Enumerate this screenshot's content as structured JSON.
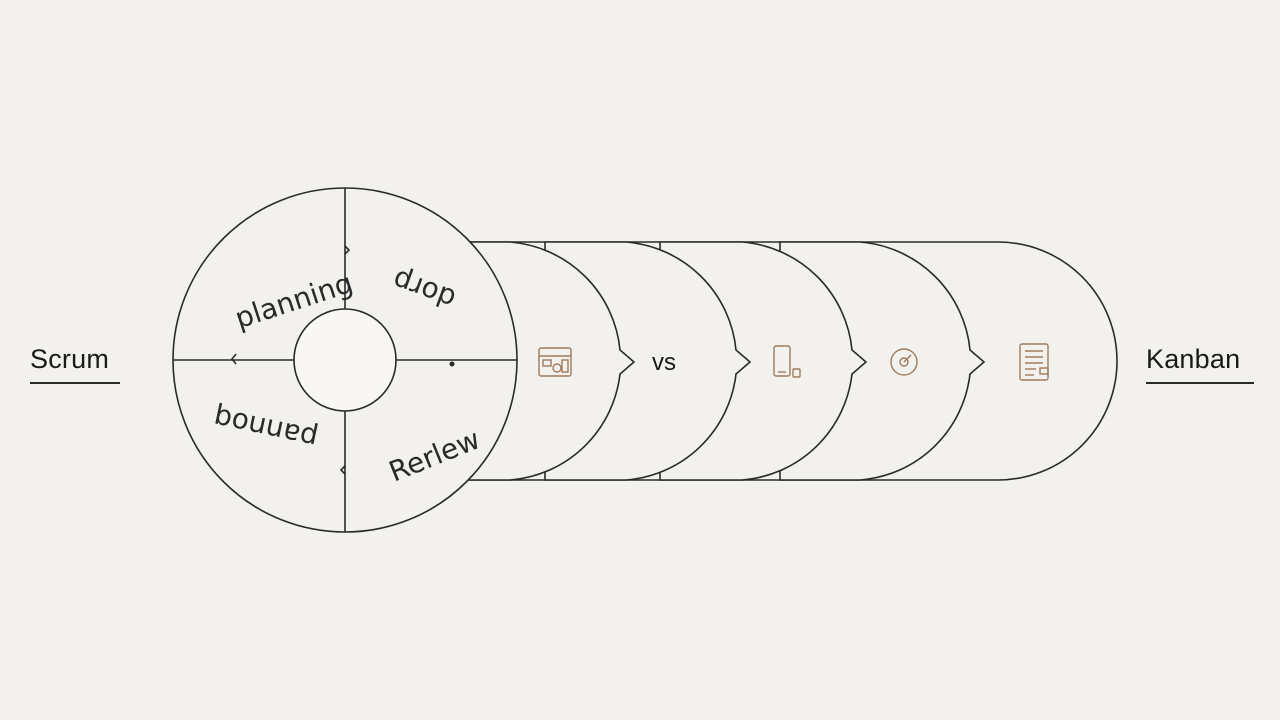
{
  "left_label": "Scrum",
  "right_label": "Kanban",
  "center_text": "vs",
  "cycle": {
    "quadrants": [
      {
        "label": "planning",
        "position": "top-left"
      },
      {
        "label": "dorp",
        "position": "top-right",
        "rendered": "upside-down"
      },
      {
        "label": "pannoq",
        "position": "bottom-left",
        "rendered": "upside-down"
      },
      {
        "label": "Rerlew",
        "position": "bottom-right"
      }
    ]
  },
  "stages": [
    {
      "icon": "kanban-board-icon"
    },
    {
      "icon": "vs-label"
    },
    {
      "icon": "mobile-device-icon"
    },
    {
      "icon": "target-clock-icon"
    },
    {
      "icon": "checklist-document-icon"
    }
  ],
  "colors": {
    "background": "#f2f1ed",
    "line": "#2a2a2a",
    "icon": "#a07b5c"
  }
}
